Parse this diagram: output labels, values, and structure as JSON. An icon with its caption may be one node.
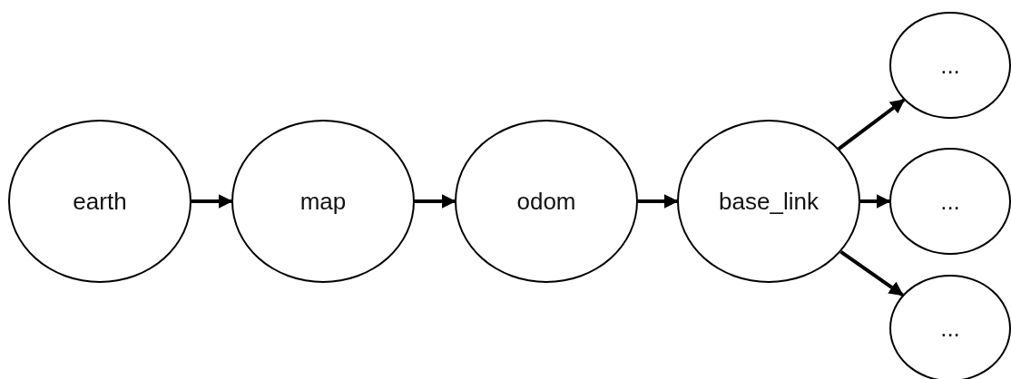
{
  "diagram": {
    "nodes": [
      {
        "text": [
          "earth"
        ]
      },
      {
        "text": [
          "map"
        ]
      },
      {
        "text": [
          "odom"
        ]
      },
      {
        "text": [
          "base_link"
        ]
      },
      {
        "text": [
          "..."
        ]
      },
      {
        "text": [
          "..."
        ]
      },
      {
        "text": [
          "..."
        ]
      }
    ],
    "edges": [
      {
        "from": 0,
        "to": 1,
        "arrow": "to"
      },
      {
        "from": 1,
        "to": 2,
        "arrow": "to"
      },
      {
        "from": 2,
        "to": 3,
        "arrow": "to"
      },
      {
        "from": 3,
        "to": 4,
        "arrow": "to"
      },
      {
        "from": 3,
        "to": 5,
        "arrow": "to"
      },
      {
        "from": 3,
        "to": 6,
        "arrow": "to"
      }
    ]
  }
}
